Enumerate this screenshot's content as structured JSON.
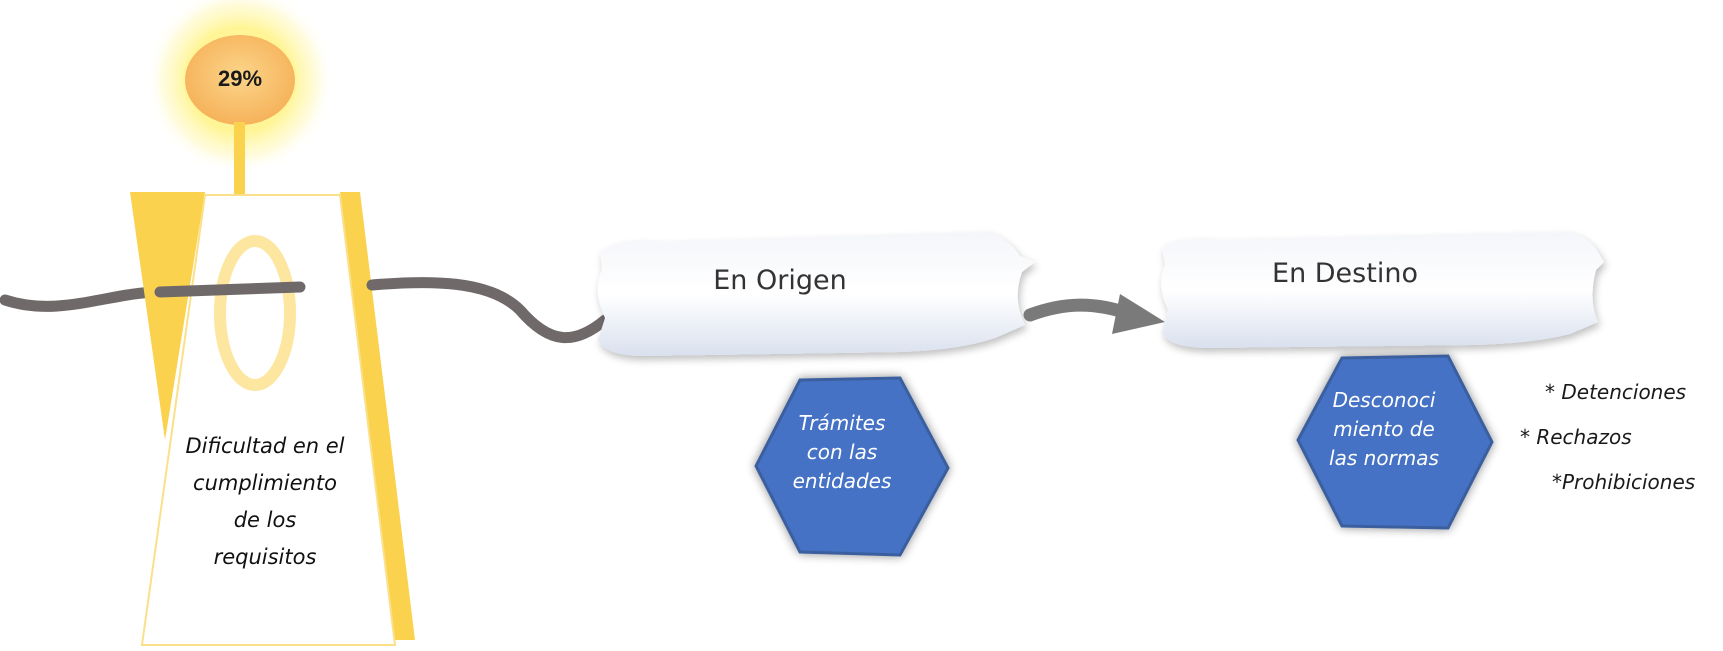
{
  "indicator": {
    "percent": "29%"
  },
  "tower": {
    "lines": [
      "Dificultad en el",
      "cumplimiento",
      "de los",
      "requisitos"
    ]
  },
  "stages": [
    {
      "label": "En Origen",
      "hexagon_lines": [
        "Trámites",
        "con las",
        "entidades"
      ]
    },
    {
      "label": "En Destino",
      "hexagon_lines": [
        "Desconoci",
        "miento de",
        "las normas"
      ]
    }
  ],
  "consequences": [
    "* Detenciones",
    "* Rechazos",
    "*Prohibiciones"
  ],
  "colors": {
    "sun_glow": "#fff27a",
    "sun_core": "#f9c46b",
    "tower_yellow": "#fbd24e",
    "ring": "#fde6a0",
    "line": "#6f6a69",
    "hexagon": "#4472c4",
    "banner": "#e6ebf4"
  }
}
